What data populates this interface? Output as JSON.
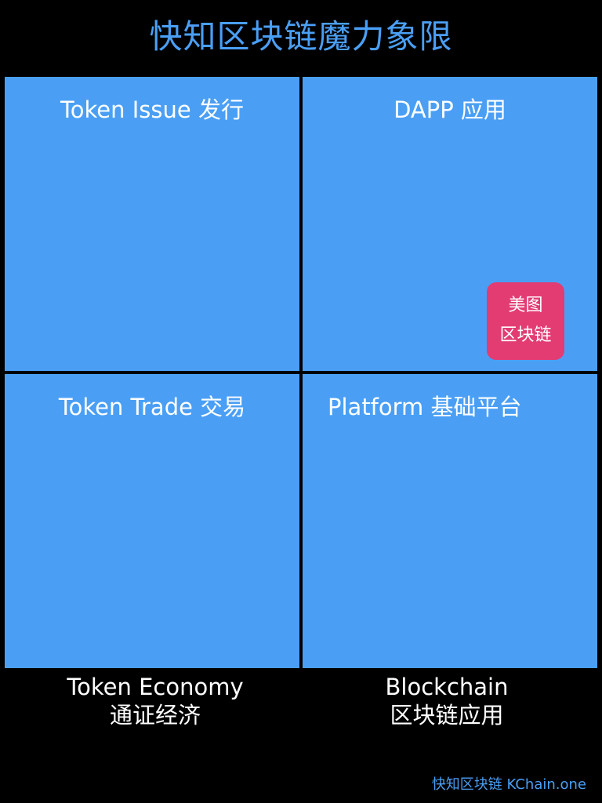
{
  "title": "快知区块链魔力象限",
  "colors": {
    "background": "#000000",
    "accent": "#4a9ff5",
    "quadrant_fill": "#4a9ff5",
    "badge": "#e23c73",
    "text": "#ffffff"
  },
  "quadrants": {
    "top_left": {
      "label": "Token Issue 发行"
    },
    "top_right": {
      "label": "DAPP 应用"
    },
    "bottom_left": {
      "label": "Token Trade 交易"
    },
    "bottom_right": {
      "label": "Platform  基础平台"
    }
  },
  "badge": {
    "line1": "美图",
    "line2": "区块链"
  },
  "axes": {
    "left": {
      "line1": "Token Economy",
      "line2": "通证经济"
    },
    "right": {
      "line1": "Blockchain",
      "line2": "区块链应用"
    }
  },
  "watermark": "快知区块链 KChain.one"
}
